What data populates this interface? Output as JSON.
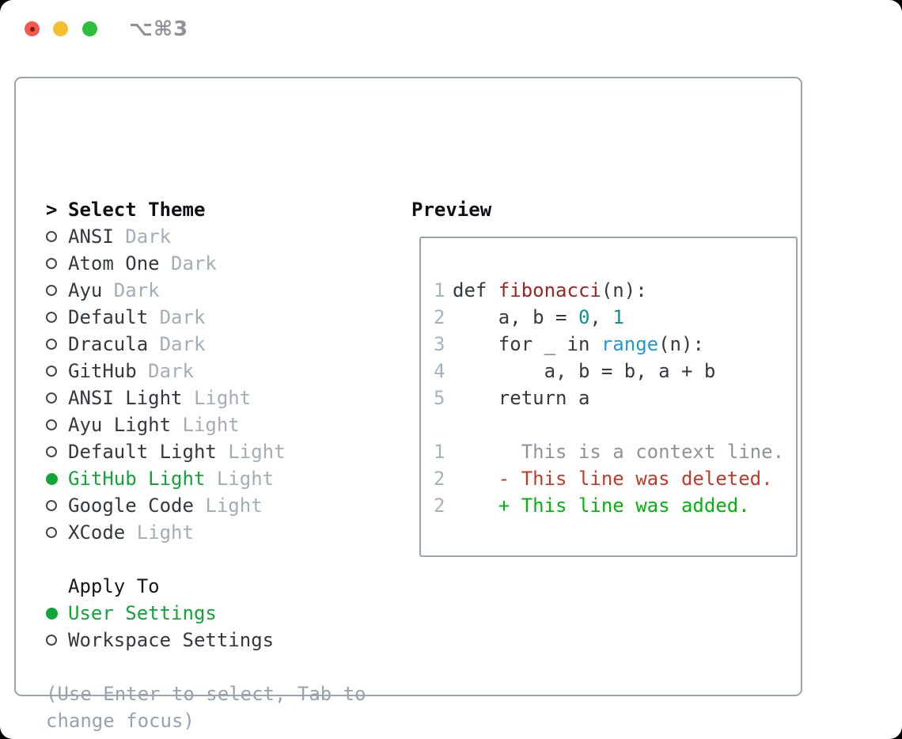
{
  "window": {
    "title": "⌥⌘3",
    "traffic_lights": [
      "close",
      "minimize",
      "zoom"
    ]
  },
  "left": {
    "prompt": ">",
    "title": "Select Theme",
    "themes": [
      {
        "name": "ANSI",
        "tag": "Dark",
        "selected": false
      },
      {
        "name": "Atom One",
        "tag": "Dark",
        "selected": false
      },
      {
        "name": "Ayu",
        "tag": "Dark",
        "selected": false
      },
      {
        "name": "Default",
        "tag": "Dark",
        "selected": false
      },
      {
        "name": "Dracula",
        "tag": "Dark",
        "selected": false
      },
      {
        "name": "GitHub",
        "tag": "Dark",
        "selected": false
      },
      {
        "name": "ANSI Light",
        "tag": "Light",
        "selected": false
      },
      {
        "name": "Ayu Light",
        "tag": "Light",
        "selected": false
      },
      {
        "name": "Default Light",
        "tag": "Light",
        "selected": false
      },
      {
        "name": "GitHub Light",
        "tag": "Light",
        "selected": true
      },
      {
        "name": "Google Code",
        "tag": "Light",
        "selected": false
      },
      {
        "name": "XCode",
        "tag": "Light",
        "selected": false
      }
    ],
    "apply_title": "Apply To",
    "apply_options": [
      {
        "label": "User Settings",
        "selected": true
      },
      {
        "label": "Workspace Settings",
        "selected": false
      }
    ],
    "hint_line1": "(Use Enter to select, Tab to",
    "hint_line2": "change focus)"
  },
  "preview": {
    "title": "Preview",
    "lines": [
      {
        "no": "1",
        "parts": [
          {
            "t": "def ",
            "c": "code"
          },
          {
            "t": "fibonacci",
            "c": "func"
          },
          {
            "t": "(n):",
            "c": "code"
          }
        ]
      },
      {
        "no": "2",
        "parts": [
          {
            "t": "    a, b = ",
            "c": "code"
          },
          {
            "t": "0",
            "c": "num"
          },
          {
            "t": ", ",
            "c": "code"
          },
          {
            "t": "1",
            "c": "num"
          }
        ]
      },
      {
        "no": "3",
        "parts": [
          {
            "t": "    for _ in ",
            "c": "code"
          },
          {
            "t": "range",
            "c": "builtin"
          },
          {
            "t": "(n):",
            "c": "code"
          }
        ]
      },
      {
        "no": "4",
        "parts": [
          {
            "t": "        a, b = b, a + b",
            "c": "code"
          }
        ]
      },
      {
        "no": "5",
        "parts": [
          {
            "t": "    return a",
            "c": "code"
          }
        ]
      },
      {
        "no": "",
        "parts": []
      },
      {
        "no": "1",
        "parts": [
          {
            "t": "      This is a context line.",
            "c": "ctx"
          }
        ]
      },
      {
        "no": "2",
        "parts": [
          {
            "t": "    - This line was deleted.",
            "c": "del"
          }
        ]
      },
      {
        "no": "2",
        "parts": [
          {
            "t": "    + This line was added.",
            "c": "add"
          }
        ]
      }
    ]
  },
  "colors": {
    "accent_green": "#10a637",
    "diff_deleted_red": "#c43a28",
    "diff_added_green": "#02b40d",
    "code_function_red": "#a02521",
    "code_number_teal": "#0d9096",
    "code_builtin_blue": "#1e9bd3",
    "code_text": "#34383f",
    "context_gray": "#8d939b",
    "tag_gray": "#a3adb8",
    "hint_gray": "#97a2ae",
    "line_number": "#a6b1be",
    "panel_border": "#9aa3ae",
    "radio_ring": "#43474d",
    "title_gray": "#8f9298",
    "traffic_red": "#f4594f",
    "traffic_red_dot": "#7e1a12",
    "traffic_yellow": "#f6bd2f",
    "traffic_green": "#2ac03c"
  }
}
